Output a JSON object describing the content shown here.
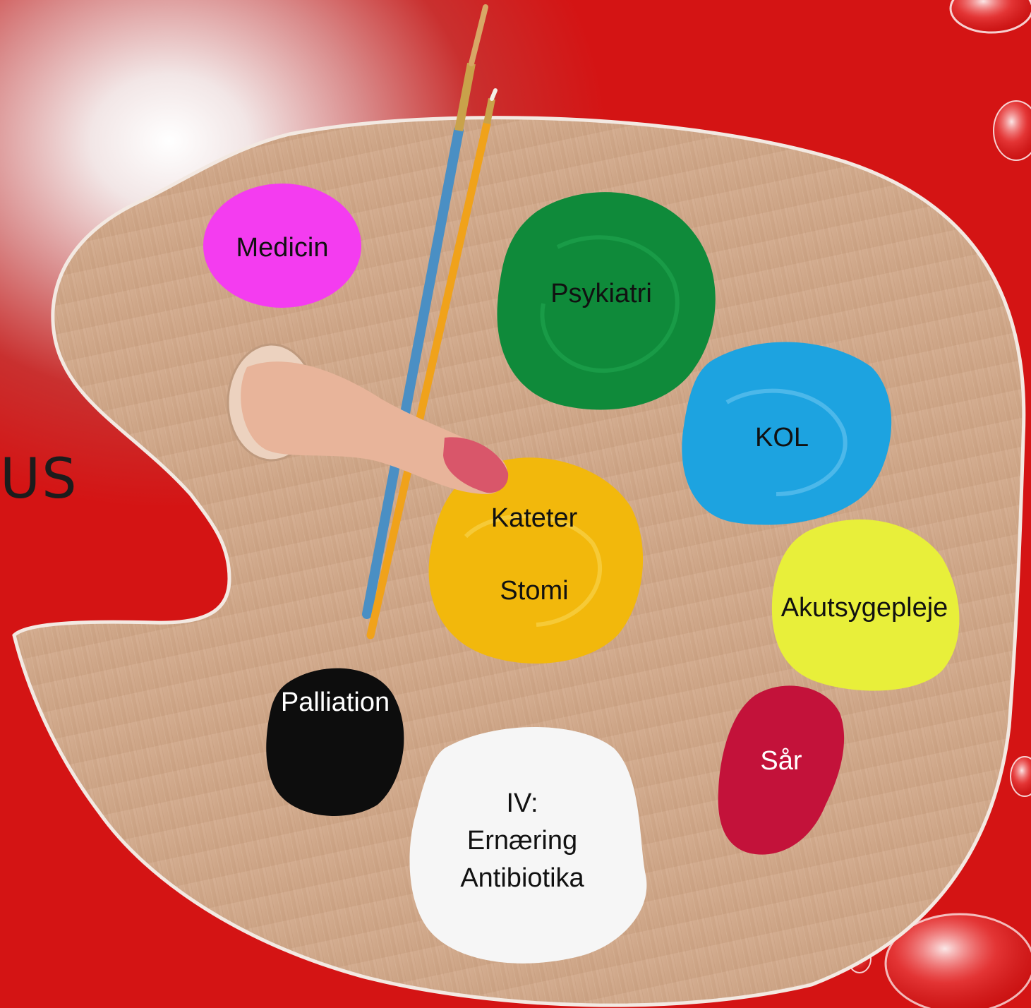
{
  "slide": {
    "title_fragment": "US",
    "background_color": "#d41414",
    "accent_white": "#ffffff"
  },
  "palette": {
    "wood_color": "#cfa789",
    "blobs": [
      {
        "label": "Medicin",
        "color": "#f43cf0",
        "icon": "magenta-paint-blob"
      },
      {
        "label": "Psykiatri",
        "color": "#0f8a3a",
        "icon": "green-paint-blob"
      },
      {
        "label": "KOL",
        "color": "#1da3e0",
        "icon": "blue-paint-blob"
      },
      {
        "label": "Kateter",
        "color": "#f2b80c",
        "icon": "orange-yellow-paint-blob"
      },
      {
        "label": "Stomi",
        "color": "#f2b80c",
        "icon": "orange-yellow-paint-blob"
      },
      {
        "label": "Akutsygepleje",
        "color": "#e8ef3a",
        "icon": "yellow-paint-blob"
      },
      {
        "label": "Palliation",
        "color": "#0d0d0d",
        "icon": "black-paint-blob"
      },
      {
        "label": "Sår",
        "color": "#c3123a",
        "icon": "crimson-paint-blob"
      },
      {
        "label": "IV:",
        "color": "#f6f6f6",
        "icon": "white-paint-blob"
      },
      {
        "label": "Ernæring",
        "color": "#f6f6f6",
        "icon": "white-paint-blob"
      },
      {
        "label": "Antibiotika",
        "color": "#f6f6f6",
        "icon": "white-paint-blob"
      }
    ]
  },
  "decor": {
    "brush_colors": [
      "#4a8fc4",
      "#f0a21a"
    ],
    "finger_color": "#e8b49a",
    "nail_color": "#d9566a"
  }
}
